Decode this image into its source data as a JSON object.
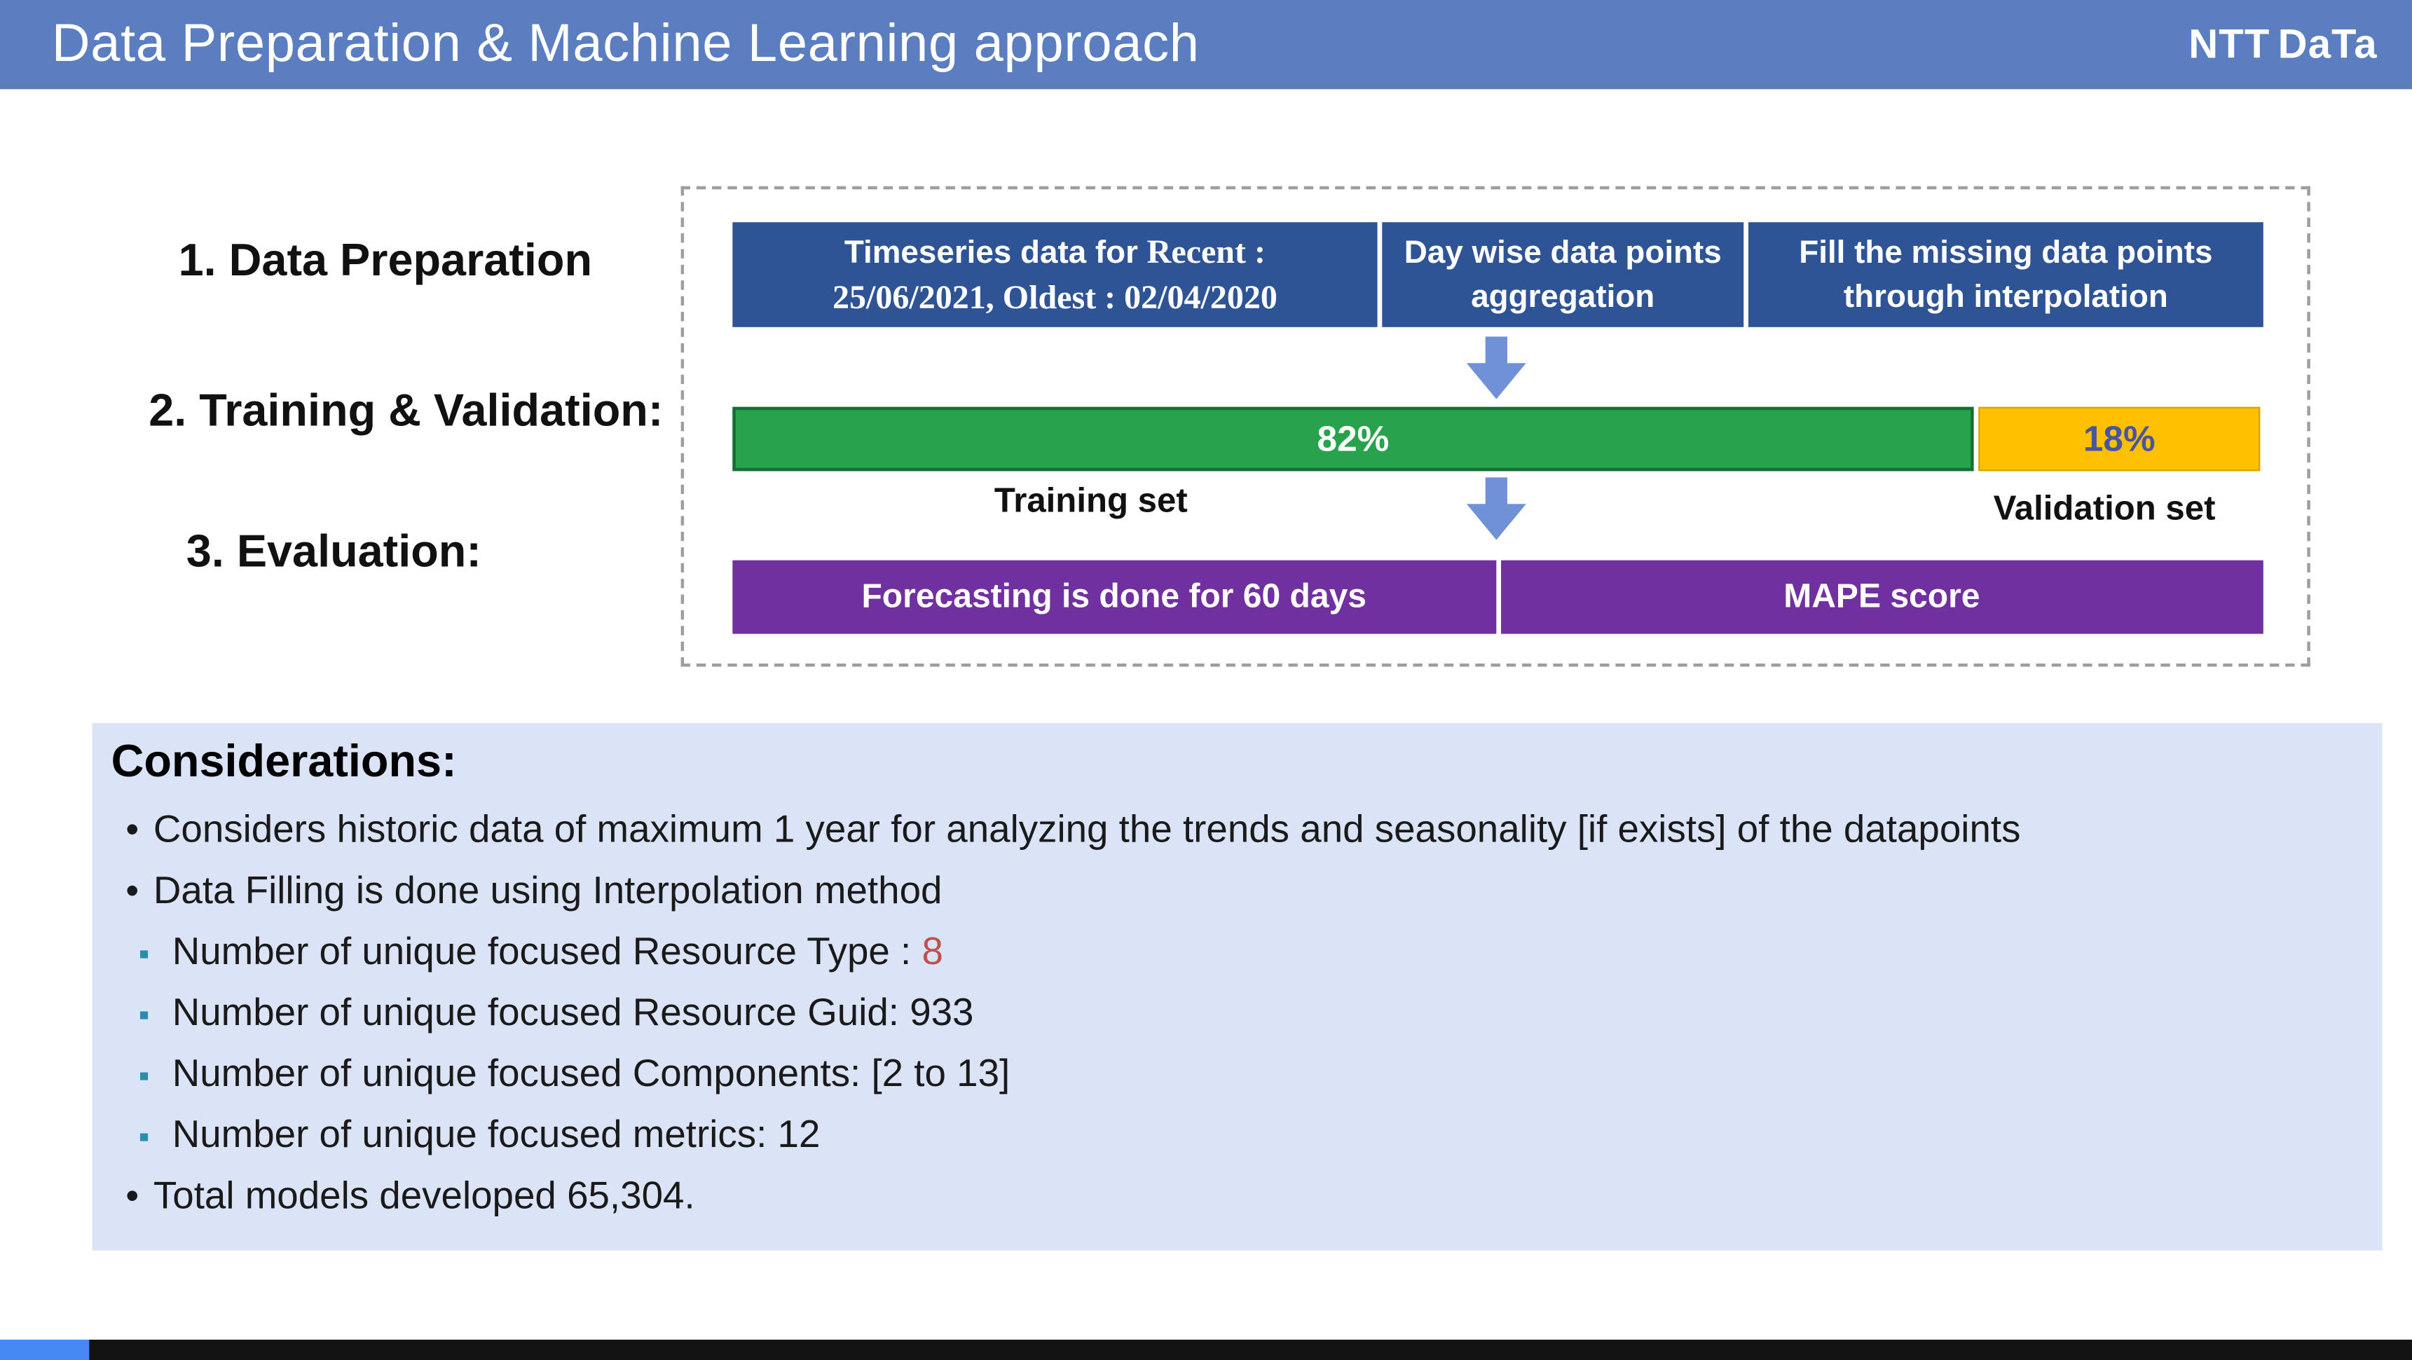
{
  "header": {
    "title": "Data Preparation & Machine Learning approach",
    "logo": {
      "part1": "NTT",
      "part2": "DaTa"
    }
  },
  "steps": [
    {
      "label": "1. Data Preparation"
    },
    {
      "label": "2. Training & Validation:"
    },
    {
      "label": "3. Evaluation:"
    }
  ],
  "diagram": {
    "pipeline_boxes": [
      {
        "line1_sans": "Timeseries data for ",
        "line1_serif": "Recent :",
        "line2_serif": "25/06/2021, Oldest : 02/04/2020"
      },
      {
        "text": "Day wise data points aggregation"
      },
      {
        "text": "Fill the missing data points through interpolation"
      }
    ],
    "training_bar": {
      "label": "82%",
      "value": 82,
      "caption": "Training set"
    },
    "validation_bar": {
      "label": "18%",
      "value": 18,
      "caption": "Validation set"
    },
    "evaluation_boxes": [
      {
        "text": "Forecasting is done for 60 days"
      },
      {
        "text": "MAPE score"
      }
    ]
  },
  "considerations": {
    "title": "Considerations:",
    "items": [
      {
        "bullet": "dot",
        "text": "Considers historic data of maximum 1 year for analyzing the trends and seasonality [if exists] of the datapoints"
      },
      {
        "bullet": "dot",
        "text": "Data Filling is done using Interpolation method"
      },
      {
        "bullet": "square",
        "text": "Number of unique focused Resource Type : ",
        "highlight": "8"
      },
      {
        "bullet": "square",
        "text": "Number of unique focused Resource Guid: 933"
      },
      {
        "bullet": "square",
        "text": "Number of unique focused Components: [2 to 13]"
      },
      {
        "bullet": "square",
        "text": "Number of unique focused metrics: 12"
      },
      {
        "bullet": "dot",
        "text": "Total models developed 65,304."
      }
    ]
  },
  "bullets": {
    "dot": "•",
    "square": "▪"
  },
  "colors": {
    "header_bg": "#5b7ec1",
    "pipeline_box_blue": "#2f5496",
    "training_green": "#28a34c",
    "validation_yellow": "#ffc000",
    "validation_text": "#4a55a2",
    "evaluation_purple": "#7030a0",
    "panel_bg": "#dbe3f6",
    "arrow_blue": "#7191d6",
    "square_bullet": "#2b8cae",
    "highlight_red": "#c0504d",
    "progress_blue": "#4688f4"
  }
}
